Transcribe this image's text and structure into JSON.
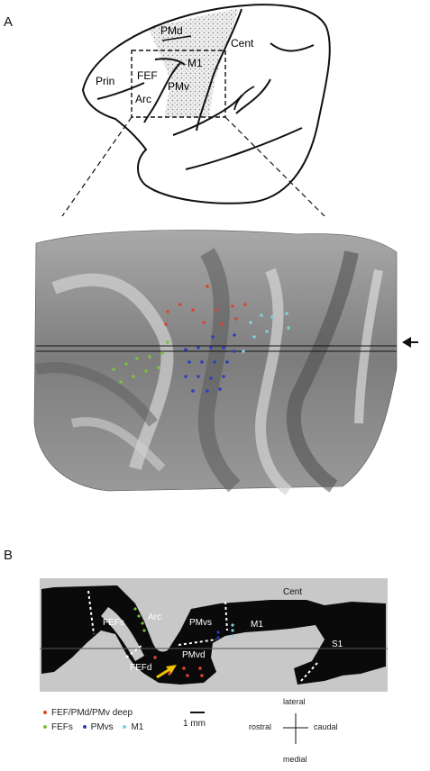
{
  "panel_a": {
    "letter": "A",
    "brain_labels": {
      "pmd": "PMd",
      "cent": "Cent",
      "m1": "M1",
      "prin": "Prin",
      "fef": "FEF",
      "pmv": "PMv",
      "arc": "Arc"
    }
  },
  "panel_b": {
    "letter": "B",
    "region_labels": {
      "cent": "Cent",
      "arc": "Arc",
      "fefs": "FEFs",
      "pmvs": "PMvs",
      "m1": "M1",
      "s1": "S1",
      "fefd": "FEFd",
      "pmvd": "PMvd"
    },
    "legend": {
      "deep": "FEF/PMd/PMv deep",
      "fefs": "FEFs",
      "pmvs": "PMvs",
      "m1": "M1"
    },
    "scale_bar": "1 mm",
    "orientation": {
      "lateral": "lateral",
      "rostral": "rostral",
      "caudal": "caudal",
      "medial": "medial"
    }
  },
  "colors": {
    "deep": "#d9472b",
    "fefs": "#7fbf3f",
    "pmvs": "#2b3fbf",
    "m1": "#7fd0d8",
    "arrow_yellow": "#f2c200"
  }
}
